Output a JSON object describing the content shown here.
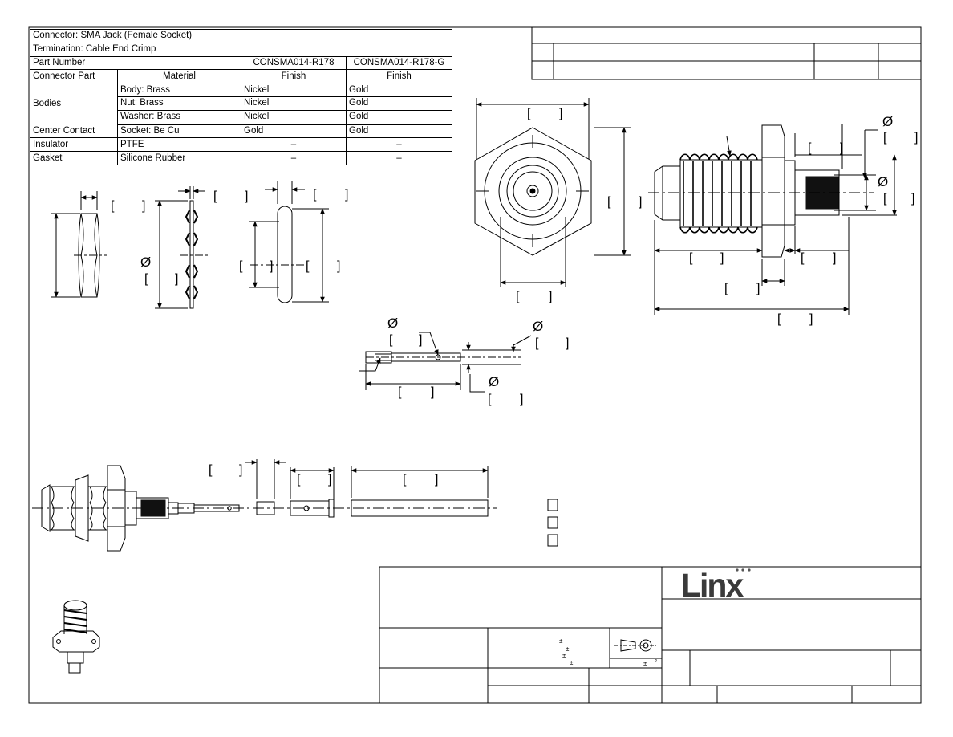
{
  "table": {
    "connector": "Connector: SMA Jack (Female Socket)",
    "termination": "Termination: Cable End Crimp",
    "part_number_label": "Part Number",
    "part_a": "CONSMA014-R178",
    "part_b": "CONSMA014-R178-G",
    "connector_part_label": "Connector Part",
    "material_label": "Material",
    "finish_label": "Finish",
    "rows": [
      {
        "part": "Bodies",
        "material": "Body: Brass",
        "finish_a": "Nickel",
        "finish_b": "Gold"
      },
      {
        "part": "",
        "material": "Nut: Brass",
        "finish_a": "Nickel",
        "finish_b": "Gold"
      },
      {
        "part": "",
        "material": "Washer: Brass",
        "finish_a": "Nickel",
        "finish_b": "Gold"
      },
      {
        "part": "Center Contact",
        "material": "Socket: Be Cu",
        "finish_a": "Gold",
        "finish_b": "Gold"
      },
      {
        "part": "Insulator",
        "material": "PTFE",
        "finish_a": "–",
        "finish_b": "–"
      },
      {
        "part": "Gasket",
        "material": "Silicone Rubber",
        "finish_a": "–",
        "finish_b": "–"
      }
    ]
  },
  "symbols": {
    "diameter": "Ø",
    "bracket_open": "[",
    "bracket_close": "]",
    "plus_minus": "±",
    "degree": "°"
  },
  "logo": "Linx",
  "colors": {
    "ink": "#000000",
    "paper": "#ffffff",
    "thread_fill": "#111111"
  }
}
